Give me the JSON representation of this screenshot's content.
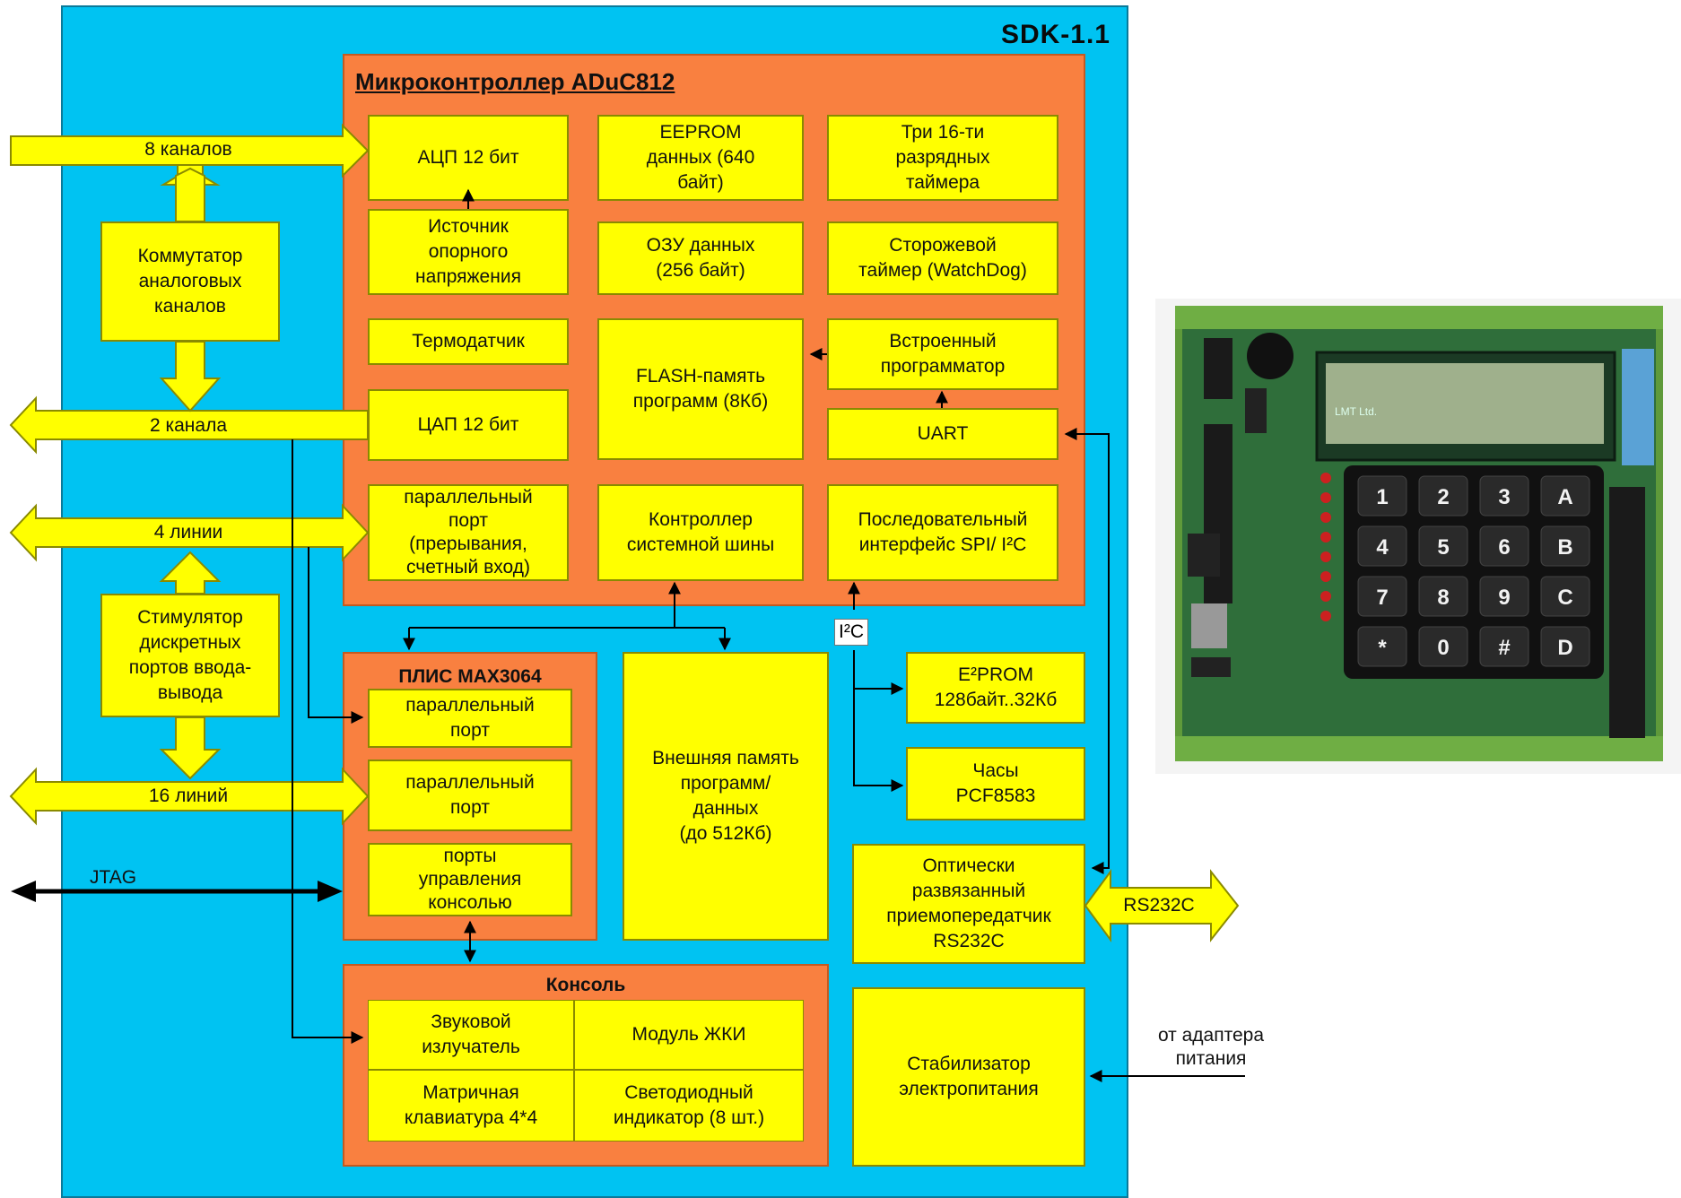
{
  "board": {
    "title": "SDK-1.1"
  },
  "mcu": {
    "title": "Микроконтроллер ADuC812",
    "adc": "АЦП 12 бит",
    "eeprom": "EEPROM\nданных (640\nбайт)",
    "timers": "Три 16-ти\nразрядных\nтаймера",
    "vref": "Источник\nопорного\nнапряжения",
    "ram": "ОЗУ данных\n(256 байт)",
    "watchdog": "Сторожевой\nтаймер (WatchDog)",
    "thermo": "Термодатчик",
    "flash": "FLASH-память\nпрограмм  (8Кб)",
    "programmer": "Встроенный\nпрограмматор",
    "dac": "ЦАП 12 бит",
    "uart": "UART",
    "parport": "параллельный\nпорт\n(прерывания,\nсчетный вход)",
    "buscontroller": "Контроллер\nсистемной шины",
    "serial": "Последовательный\nинтерфейс SPI/ I²C"
  },
  "left": {
    "ch8": "8 каналов",
    "analog_switch": "Коммутатор\nаналоговых\nканалов",
    "ch2": "2 канала",
    "lines4": "4 линии",
    "stimulator": "Стимулятор\nдискретных\nпортов ввода-\nвывода",
    "lines16": "16 линий",
    "jtag": "JTAG"
  },
  "pld": {
    "title": "ПЛИС MAX3064",
    "port1": "параллельный\nпорт",
    "port2": "параллельный\nпорт",
    "console_ports": "порты\nуправления\nконсолью"
  },
  "extmem": "Внешняя память\nпрограмм/\nданных\n(до 512Кб)",
  "i2c_label": "I²C",
  "e2prom": "E²PROM\n128байт..32Кб",
  "clock": "Часы\nPCF8583",
  "transceiver": "Оптически\nразвязанный\nприемопередатчик\nRS232C",
  "rs232": "RS232C",
  "stabilizer": "Стабилизатор\nэлектропитания",
  "power_in": "от адаптера\nпитания",
  "console": {
    "title": "Консоль",
    "buzzer": "Звуковой\nизлучатель",
    "lcd": "Модуль ЖКИ",
    "keypad": "Матричная\nклавиатура 4*4",
    "leds": "Светодиодный\nиндикатор (8 шт.)"
  },
  "photo": {
    "keys": [
      "1",
      "2",
      "3",
      "A",
      "4",
      "5",
      "6",
      "B",
      "7",
      "8",
      "9",
      "C",
      "*",
      "0",
      "#",
      "D"
    ],
    "silk": "LMT Ltd."
  }
}
